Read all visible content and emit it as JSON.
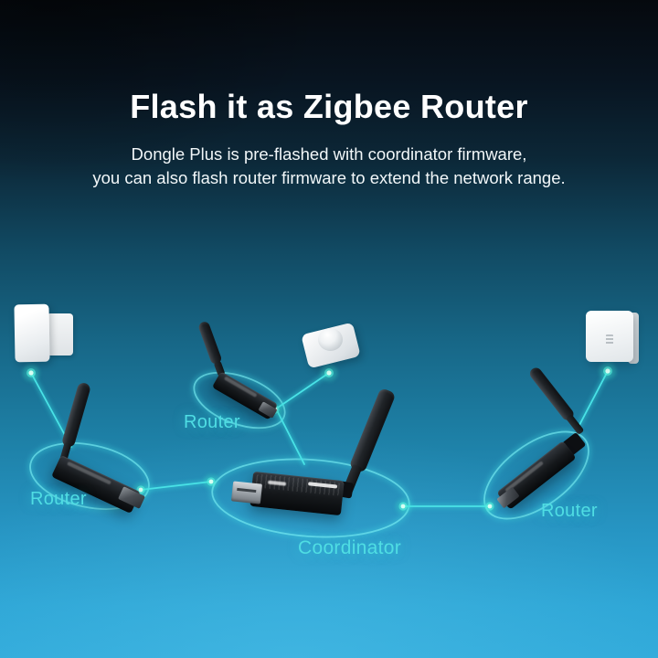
{
  "header": {
    "title": "Flash it as Zigbee Router",
    "subtitle_line1": "Dongle Plus is pre-flashed with coordinator firmware,",
    "subtitle_line2": "you can also flash router firmware to extend the network range."
  },
  "diagram": {
    "coordinator_label": "Coordinator",
    "router_label_left": "Router",
    "router_label_top": "Router",
    "router_label_right": "Router",
    "devices": {
      "coordinator": "zigbee-usb-dongle-coordinator",
      "routers": [
        "zigbee-usb-dongle-router-left",
        "zigbee-usb-dongle-router-top",
        "zigbee-usb-dongle-router-right"
      ],
      "end_devices": [
        "door-window-sensor",
        "smart-button",
        "cube-controller"
      ]
    },
    "colors": {
      "accent_cyan": "#4fdde3",
      "line_cyan": "#49e2e6",
      "node_glow": "#7df4e0",
      "background_top": "#05090e",
      "background_bottom": "#32abdb",
      "title_color": "#ffffff"
    }
  }
}
